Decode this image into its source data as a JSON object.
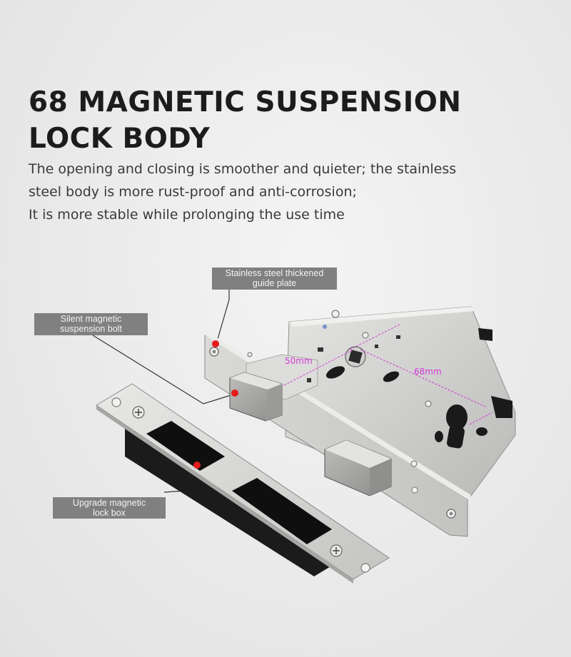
{
  "headline": {
    "line1": "68 MAGNETIC SUSPENSION",
    "line2": "LOCK BODY"
  },
  "description": {
    "line1": "The opening and closing is smoother and quieter; the stainless",
    "line2": "steel body is more rust-proof and anti-corrosion;",
    "line3": "It is more stable while prolonging the use time"
  },
  "callouts": {
    "guide_plate": {
      "line1": "Stainless steel thickened",
      "line2": "guide plate"
    },
    "bolt": {
      "line1": "Silent magnetic",
      "line2": "suspension bolt"
    },
    "lock_box": {
      "line1": "Upgrade magnetic",
      "line2": "lock box"
    }
  },
  "dimensions": {
    "backset": "50mm",
    "center_distance": "68mm"
  },
  "colors": {
    "callout_bg": "#808080",
    "marker_dot": "#e51b1b",
    "dimension_line": "#d23bd6",
    "headline": "#1c1c1c"
  }
}
